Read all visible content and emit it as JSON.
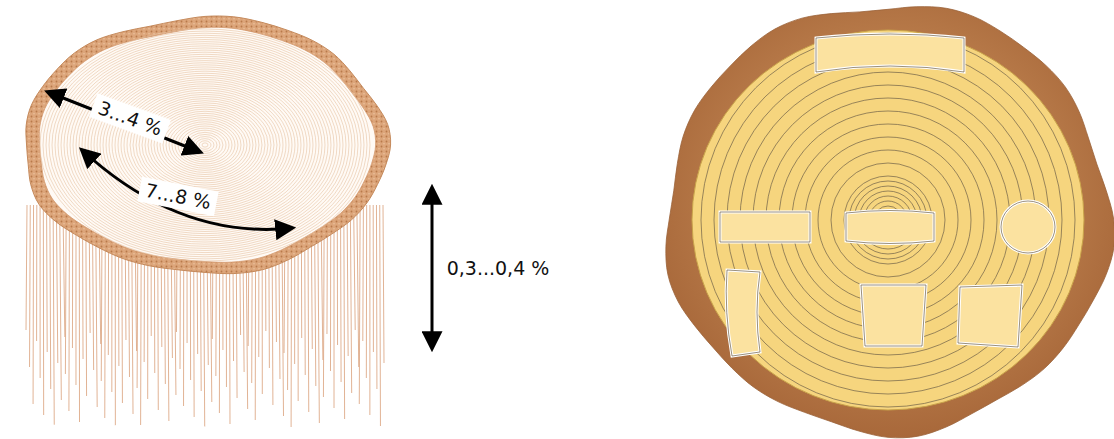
{
  "diagram": {
    "labels": [
      "3...4 %",
      "7...8 %",
      "0,3...0,4 %"
    ]
  }
}
